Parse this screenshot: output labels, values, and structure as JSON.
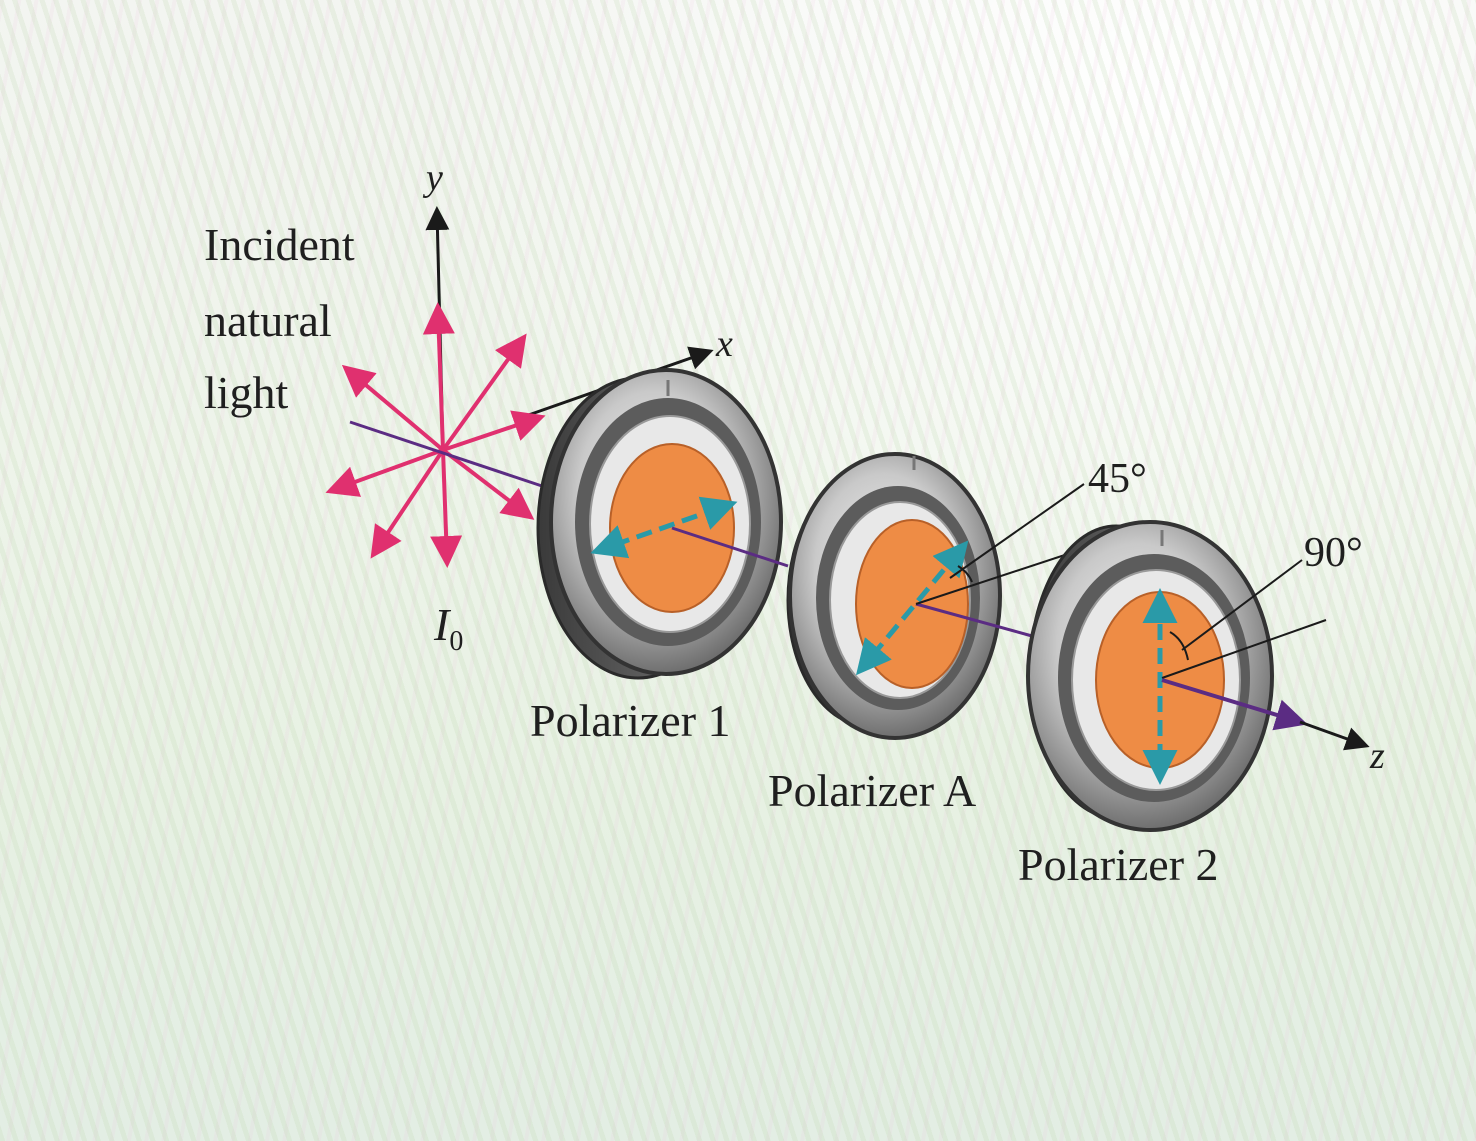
{
  "labels": {
    "incident_line1": "Incident",
    "incident_line2": "natural",
    "incident_line3": "light",
    "axis_y": "y",
    "axis_x": "x",
    "axis_z": "z",
    "intensity": "I",
    "intensity_sub": "0",
    "polarizer_1": "Polarizer 1",
    "polarizer_a": "Polarizer A",
    "polarizer_2": "Polarizer 2",
    "angle_a": "45°",
    "angle_2": "90°"
  },
  "colors": {
    "light_rays": "#e0306f",
    "beam_axis": "#5b2c83",
    "transmission_axis": "#2a9aa8",
    "filter": "#ee8c45",
    "ring_dark": "#4a4a4a",
    "ring_light": "#d7d7d7"
  }
}
